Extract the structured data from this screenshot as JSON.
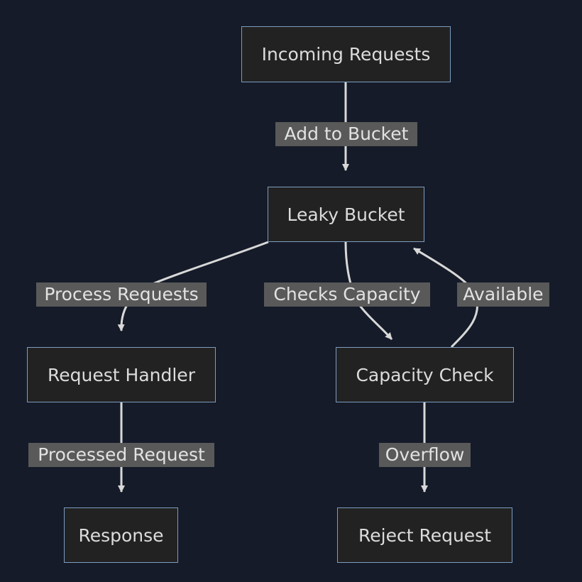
{
  "colors": {
    "background": "#151b28",
    "node_fill": "#222222",
    "node_border": "#7d9dc2",
    "edge": "#d8d8d8",
    "edge_label_bg": "#595959",
    "text": "#dcdcdc"
  },
  "nodes": {
    "incoming": "Incoming Requests",
    "bucket": "Leaky Bucket",
    "handler": "Request Handler",
    "capacity": "Capacity Check",
    "response": "Response",
    "reject": "Reject Request"
  },
  "edges": {
    "add_to_bucket": "Add to Bucket",
    "process_requests": "Process Requests",
    "checks_capacity": "Checks Capacity",
    "available": "Available",
    "processed_request": "Processed Request",
    "overflow": "Overflow"
  }
}
